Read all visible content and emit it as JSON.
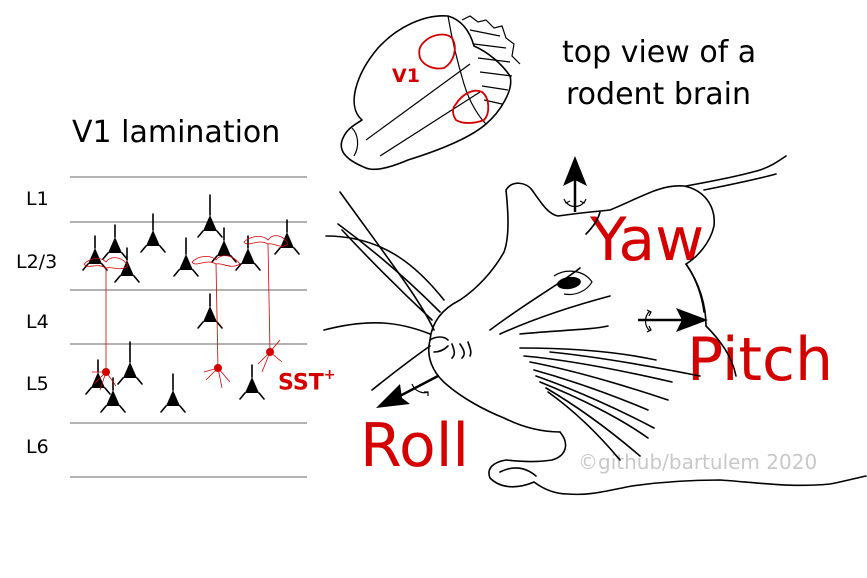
{
  "lamination": {
    "title": "V1 lamination",
    "layers": [
      "L1",
      "L2/3",
      "L4",
      "L5",
      "L6"
    ]
  },
  "brain": {
    "caption": "top view of a rodent brain",
    "caption_line1": "top view of a",
    "caption_line2": "rodent brain",
    "area_label": "V1"
  },
  "cells": {
    "label": "SST",
    "label_sup": "+"
  },
  "axes": {
    "yaw": "Yaw",
    "pitch": "Pitch",
    "roll": "Roll"
  },
  "credit": "©github/bartulem 2020",
  "colors": {
    "accent": "#d40000",
    "ink": "#000000",
    "credit": "#c8c8c8"
  }
}
